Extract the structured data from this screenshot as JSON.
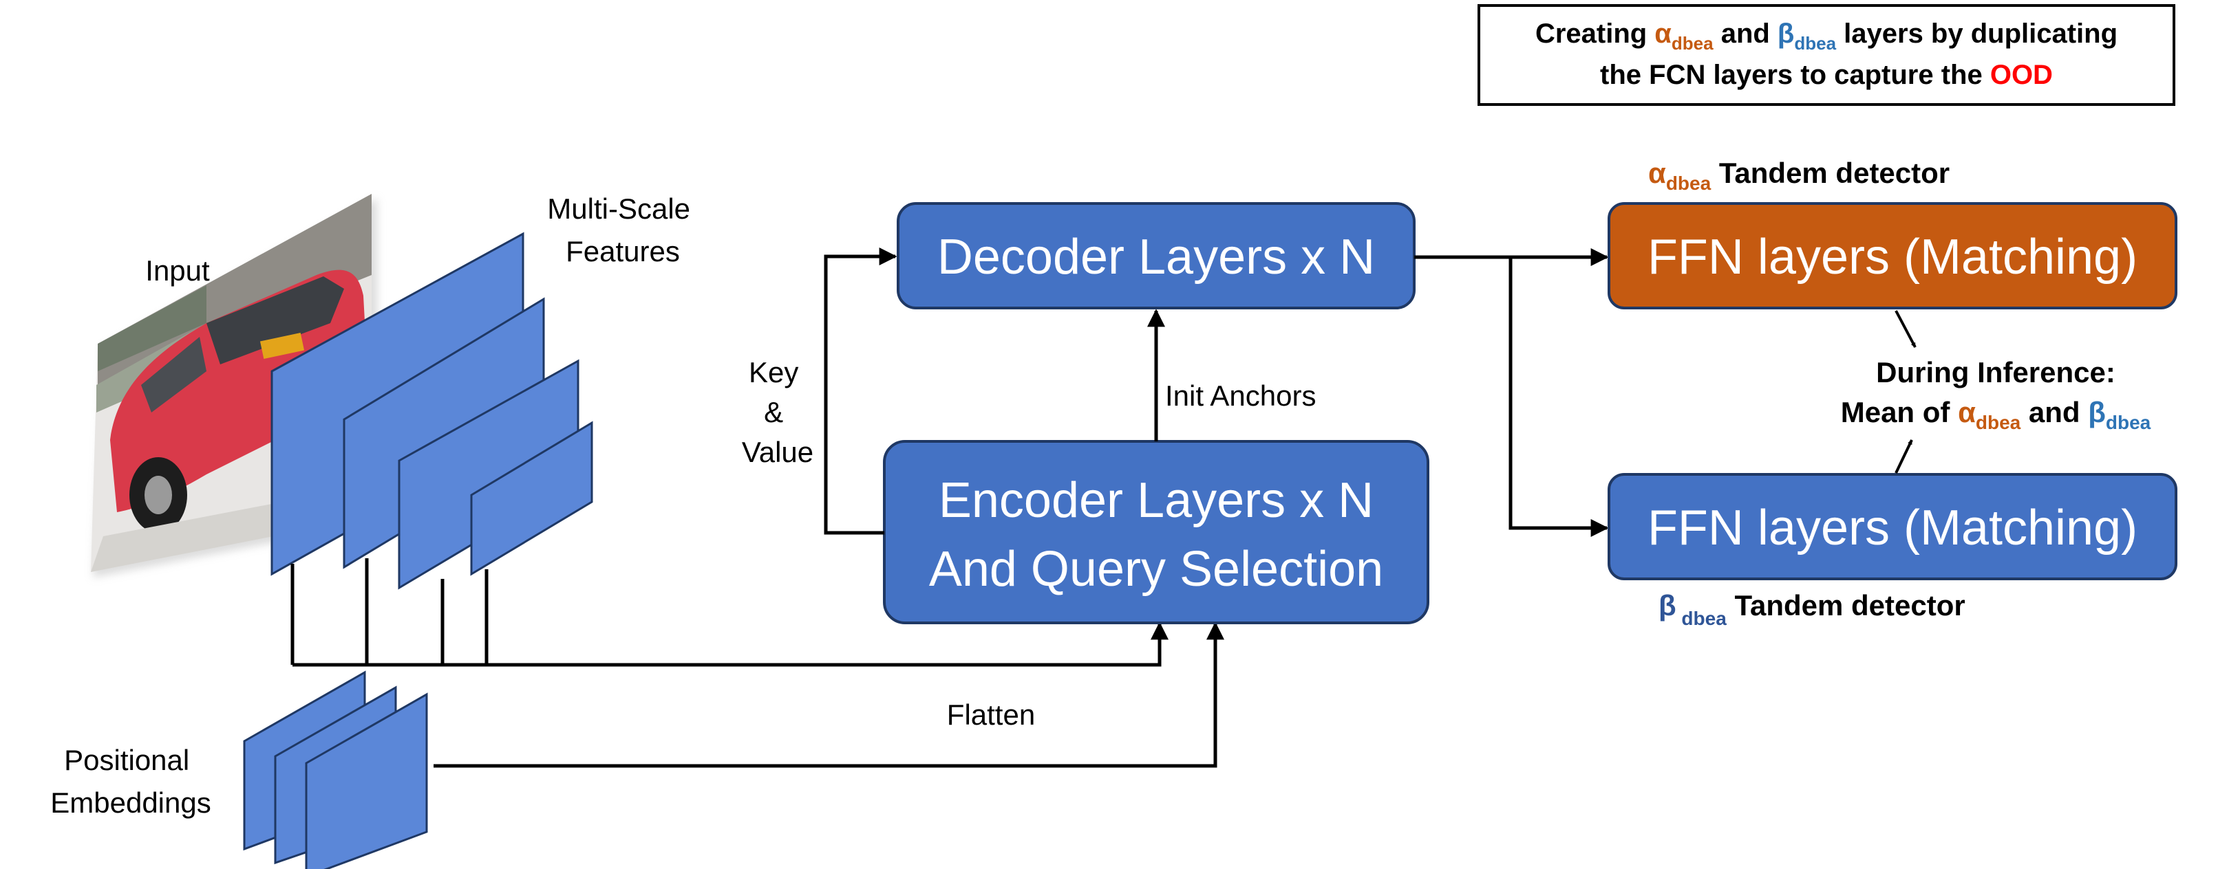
{
  "note": {
    "prefix": "Creating ",
    "alpha": "α",
    "alpha_sub": "dbea",
    "mid": " and ",
    "beta": "β",
    "beta_sub": "dbea",
    "suffix": " layers by duplicating",
    "line2_prefix": "the FCN layers to capture the ",
    "ood": "OOD"
  },
  "input_label": "Input",
  "multiscale_label": [
    "Multi-Scale",
    "Features"
  ],
  "positional_label": [
    "Positional",
    "Embeddings"
  ],
  "key_value_label": [
    "Key",
    "&",
    "Value"
  ],
  "init_anchors_label": "Init Anchors",
  "flatten_label": "Flatten",
  "decoder_box": "Decoder Layers x N",
  "encoder_box": [
    "Encoder Layers x N",
    "And Query Selection"
  ],
  "ffn_alpha_box": "FFN layers (Matching)",
  "ffn_beta_box": "FFN layers (Matching)",
  "alpha_detector": {
    "symbol": "α",
    "sub": "dbea",
    "text": " Tandem detector"
  },
  "beta_detector": {
    "symbol": "β",
    "sub": " dbea",
    "text": " Tandem detector"
  },
  "inference": {
    "line1": "During Inference:",
    "line2_prefix": "Mean of ",
    "alpha": "α",
    "alpha_sub": "dbea",
    "mid": " and ",
    "beta": "β",
    "beta_sub": "dbea"
  },
  "colors": {
    "box_blue": "#4472c4",
    "box_border": "#1f3864",
    "box_orange": "#c55a11",
    "feature_blue": "#5b87d8",
    "alpha_orange": "#c55a11",
    "beta_blue": "#2e74b5",
    "beta_detector_blue": "#2f5597",
    "ood_red": "#ff0000"
  },
  "icons": {
    "input_image": "red-car-photo"
  }
}
